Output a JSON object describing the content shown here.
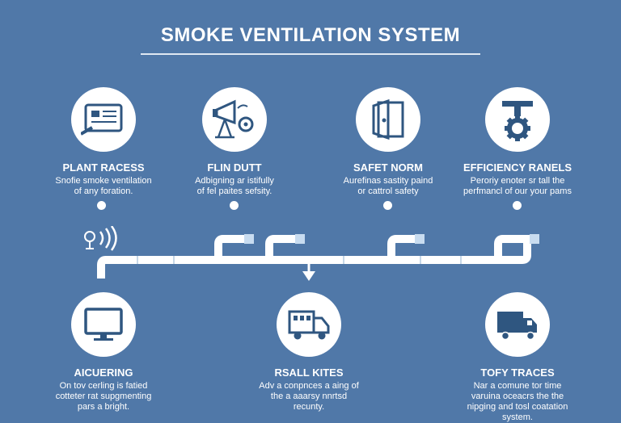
{
  "title": "SMOKE VENTILATION SYSTEM",
  "top_nodes": [
    {
      "title": "PLANT RACESS",
      "desc_1": "Snofie smoke ventilation",
      "desc_2": "of any foration.",
      "icon": "tablet-screen-icon"
    },
    {
      "title": "FLIN DUTT",
      "desc_1": "Adbigning ar istifully",
      "desc_2": "of fel paites sefsity.",
      "icon": "megaphone-fan-icon"
    },
    {
      "title": "SAFET NORM",
      "desc_1": "Aurefinas sastity paind",
      "desc_2": "or cattrol safety",
      "icon": "door-icon"
    },
    {
      "title": "EFFICIENCY RANELS",
      "desc_1": "Peroriy enoter sr tall the",
      "desc_2": "perfmancl of our your pams",
      "icon": "valve-gear-icon"
    }
  ],
  "bottom_nodes": [
    {
      "title": "AICUERING",
      "desc_1": "On tov cerling is fatied",
      "desc_2": "cotteter rat supgmenting",
      "desc_3": "pars a bright.",
      "icon": "monitor-icon"
    },
    {
      "title": "RSALL KITES",
      "desc_1": "Adv a conpnces a aing of",
      "desc_2": "the a aaarsy nnrtsd",
      "desc_3": "recunty.",
      "icon": "truck-icon"
    },
    {
      "title": "TOFY TRACES",
      "desc_1": "Nar a comune tor time",
      "desc_2": "varuina oceacrs  the the",
      "desc_3": "nipging and tosl coatation",
      "desc_4": "system.",
      "icon": "delivery-truck-icon"
    }
  ],
  "colors": {
    "background": "#5078a8",
    "foreground": "#ffffff",
    "pipe_joint": "#c8dcf0",
    "icon_dark": "#2f5680"
  }
}
